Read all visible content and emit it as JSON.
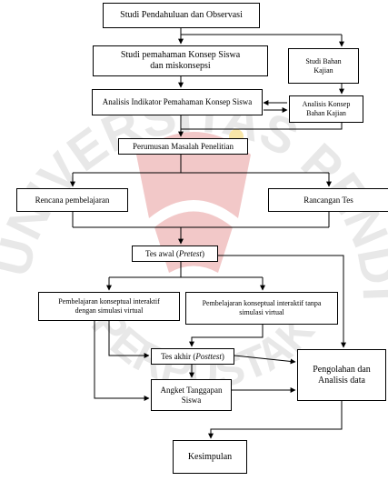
{
  "watermark": {
    "text": "UNIVERSITAS PENDIDIKAN INDONESIA",
    "bottom_text": "PERPUSTAKAAN",
    "color": "#e8e8e8",
    "logo_colors": [
      "#f2c8c8",
      "#f8e6a8"
    ]
  },
  "nodes": {
    "studi_pendahuluan": "Studi Pendahuluan dan Observasi",
    "studi_pemahaman_l1": "Studi pemahaman  Konsep Siswa",
    "studi_pemahaman_l2": "dan miskonsepsi",
    "studi_bahan_l1": "Studi Bahan",
    "studi_bahan_l2": "Kajian",
    "analisis_indikator": "Analisis Indikator Pemahaman  Konsep Siswa",
    "analisis_konsep_l1": "Analisis Konsep",
    "analisis_konsep_l2": "Bahan Kajian",
    "perumusan": "Perumusan Masalah Penelitian",
    "rencana": "Rencana pembelajaran",
    "rancangan": "Rancangan Tes",
    "tes_awal_pre": "Tes awal (",
    "tes_awal_em": "Pretest",
    "tes_awal_post": ")",
    "pemb_interaktif_l1": "Pembelajaran konseptual interaktif",
    "pemb_interaktif_l2": "dengan simulasi virtual",
    "pemb_tanpa_l1": "Pembelajaran konseptual interaktif tanpa",
    "pemb_tanpa_l2": "simulasi virtual",
    "tes_akhir_pre": "Tes akhir (",
    "tes_akhir_em": "Posttest",
    "tes_akhir_post": ")",
    "angket_l1": "Angket Tanggapan",
    "angket_l2": "Siswa",
    "pengolahan_l1": "Pengolahan dan",
    "pengolahan_l2": "Analisis data",
    "kesimpulan": "Kesimpulan"
  }
}
